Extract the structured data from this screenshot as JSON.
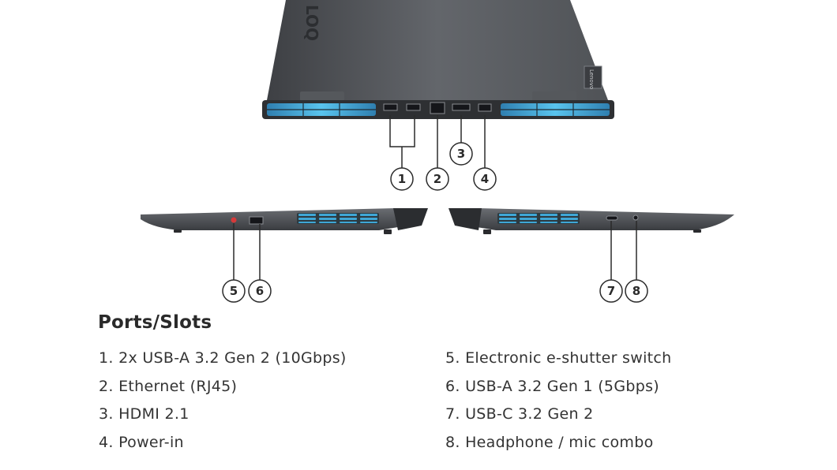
{
  "brand": {
    "logo_text": "LOQ",
    "badge_text": "Lenovo"
  },
  "callouts": [
    "1",
    "2",
    "3",
    "4",
    "5",
    "6",
    "7",
    "8"
  ],
  "heading": "Ports/Slots",
  "ports_left": [
    "1. 2x USB-A 3.2 Gen 2 (10Gbps)",
    "2. Ethernet (RJ45)",
    "3. HDMI 2.1",
    "4. Power-in"
  ],
  "ports_right": [
    "5. Electronic e-shutter switch",
    "6. USB-A 3.2 Gen 1 (5Gbps)",
    "7. USB-C 3.2 Gen 2",
    "8. Headphone / mic combo"
  ],
  "colors": {
    "chassis": "#4a4c50",
    "vent_glow": "#3fa7d6",
    "leader": "#2a2a2a",
    "shutter_red": "#d63a3a"
  }
}
